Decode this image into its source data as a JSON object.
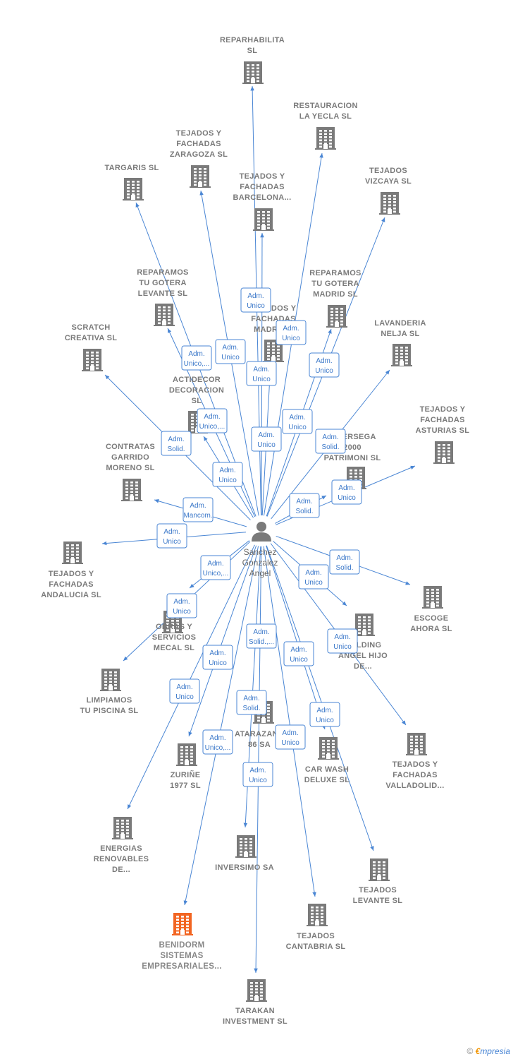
{
  "center": {
    "lines": [
      "Sanchez",
      "Gonzalez",
      "Angel"
    ]
  },
  "companies": [
    {
      "id": "c1",
      "lines": [
        "REPARHABILITA",
        "SL"
      ]
    },
    {
      "id": "c2",
      "lines": [
        "RESTAURACION",
        "LA YECLA  SL"
      ]
    },
    {
      "id": "c3",
      "lines": [
        "TEJADOS Y",
        "FACHADAS",
        "ZARAGOZA  SL"
      ]
    },
    {
      "id": "c4",
      "lines": [
        "TARGARIS  SL"
      ]
    },
    {
      "id": "c5",
      "lines": [
        "TEJADOS Y",
        "FACHADAS",
        "BARCELONA..."
      ]
    },
    {
      "id": "c6",
      "lines": [
        "TEJADOS",
        "VIZCAYA  SL"
      ]
    },
    {
      "id": "c7",
      "lines": [
        "REPARAMOS",
        "TU GOTERA",
        "LEVANTE  SL"
      ]
    },
    {
      "id": "c8",
      "lines": [
        "REPARAMOS",
        "TU GOTERA",
        "MADRID  SL"
      ]
    },
    {
      "id": "c9",
      "lines": [
        "TEJADOS Y",
        "FACHADAS",
        "MADRID..."
      ]
    },
    {
      "id": "c10",
      "lines": [
        "SCRATCH",
        "CREATIVA SL"
      ]
    },
    {
      "id": "c11",
      "lines": [
        "LAVANDERIA",
        "NELJA SL"
      ]
    },
    {
      "id": "c12",
      "lines": [
        "ACTIDECOR",
        "DECORACION",
        "SL"
      ]
    },
    {
      "id": "c13",
      "lines": [
        "TEJADOS Y",
        "FACHADAS",
        "ASTURIAS  SL"
      ]
    },
    {
      "id": "c14",
      "lines": [
        "CONTRATAS",
        "GARRIDO",
        "MORENO SL"
      ]
    },
    {
      "id": "c15",
      "lines": [
        "INVERSEGA",
        "2000",
        "PATRIMONI  SL"
      ]
    },
    {
      "id": "c16",
      "lines": [
        "TEJADOS Y",
        "FACHADAS",
        "ANDALUCIA  SL"
      ]
    },
    {
      "id": "c17",
      "lines": [
        "ESCOGE",
        "AHORA  SL"
      ]
    },
    {
      "id": "c18",
      "lines": [
        "HOLDING",
        "ANGEL HIJO",
        "DE..."
      ]
    },
    {
      "id": "c19",
      "lines": [
        "OBRAS Y",
        "SERVICIOS",
        "MECAL SL"
      ]
    },
    {
      "id": "c20",
      "lines": [
        "LIMPIAMOS",
        "TU PISCINA  SL"
      ]
    },
    {
      "id": "c21",
      "lines": [
        "TEJADOS Y",
        "FACHADAS",
        "VALLADOLID..."
      ]
    },
    {
      "id": "c22",
      "lines": [
        "ATARAZANA",
        "86 SA"
      ]
    },
    {
      "id": "c23",
      "lines": [
        "CAR WASH",
        "DELUXE SL"
      ]
    },
    {
      "id": "c24",
      "lines": [
        "ZURIÑE",
        "1977  SL"
      ]
    },
    {
      "id": "c25",
      "lines": [
        "ENERGIAS",
        "RENOVABLES",
        "DE..."
      ]
    },
    {
      "id": "c26",
      "lines": [
        "INVERSIMO SA"
      ]
    },
    {
      "id": "c27",
      "lines": [
        "TEJADOS",
        "LEVANTE  SL"
      ]
    },
    {
      "id": "c28",
      "lines": [
        "TEJADOS",
        "CANTABRIA  SL"
      ]
    },
    {
      "id": "c29",
      "lines": [
        "BENIDORM",
        "SISTEMAS",
        "EMPRESARIALES..."
      ],
      "highlight": true
    },
    {
      "id": "c30",
      "lines": [
        "TARAKAN",
        "INVESTMENT SL"
      ]
    }
  ],
  "roles": [
    {
      "lines": [
        "Adm.",
        "Unico"
      ]
    },
    {
      "lines": [
        "Adm.",
        "Unico"
      ]
    },
    {
      "lines": [
        "Adm.",
        "Unico"
      ]
    },
    {
      "lines": [
        "Adm.",
        "Unico,..."
      ]
    },
    {
      "lines": [
        "Adm.",
        "Unico"
      ]
    },
    {
      "lines": [
        "Adm.",
        "Unico"
      ]
    },
    {
      "lines": [
        "Adm.",
        "Unico,..."
      ]
    },
    {
      "lines": [
        "Adm.",
        "Unico"
      ]
    },
    {
      "lines": [
        "Adm.",
        "Solid."
      ]
    },
    {
      "lines": [
        "Adm.",
        "Unico"
      ]
    },
    {
      "lines": [
        "Adm.",
        "Solid."
      ]
    },
    {
      "lines": [
        "Adm.",
        "Unico"
      ]
    },
    {
      "lines": [
        "Adm.",
        "Unico"
      ]
    },
    {
      "lines": [
        "Adm.",
        "Mancom."
      ]
    },
    {
      "lines": [
        "Adm.",
        "Solid."
      ]
    },
    {
      "lines": [
        "Adm.",
        "Unico"
      ]
    },
    {
      "lines": [
        "Adm.",
        "Unico,..."
      ]
    },
    {
      "lines": [
        "Adm.",
        "Solid."
      ]
    },
    {
      "lines": [
        "Adm.",
        "Unico"
      ]
    },
    {
      "lines": [
        "Adm.",
        "Unico"
      ]
    },
    {
      "lines": [
        "Adm.",
        "Solid.,..."
      ]
    },
    {
      "lines": [
        "Adm.",
        "Unico"
      ]
    },
    {
      "lines": [
        "Adm.",
        "Unico"
      ]
    },
    {
      "lines": [
        "Adm.",
        "Unico"
      ]
    },
    {
      "lines": [
        "Adm.",
        "Unico"
      ]
    },
    {
      "lines": [
        "Adm.",
        "Solid."
      ]
    },
    {
      "lines": [
        "Adm.",
        "Unico"
      ]
    },
    {
      "lines": [
        "Adm.",
        "Unico,..."
      ]
    },
    {
      "lines": [
        "Adm.",
        "Unico"
      ]
    },
    {
      "lines": [
        "Adm.",
        "Unico"
      ]
    }
  ],
  "footer": {
    "copyright": "©",
    "brand_e": "€",
    "brand_rest": "mpresia"
  },
  "colors": {
    "edge": "#4a86d4",
    "building": "#7a7a7a",
    "highlight": "#f26522",
    "person": "#7a7a7a"
  },
  "icons": {
    "company": "building-icon",
    "person": "person-icon"
  }
}
